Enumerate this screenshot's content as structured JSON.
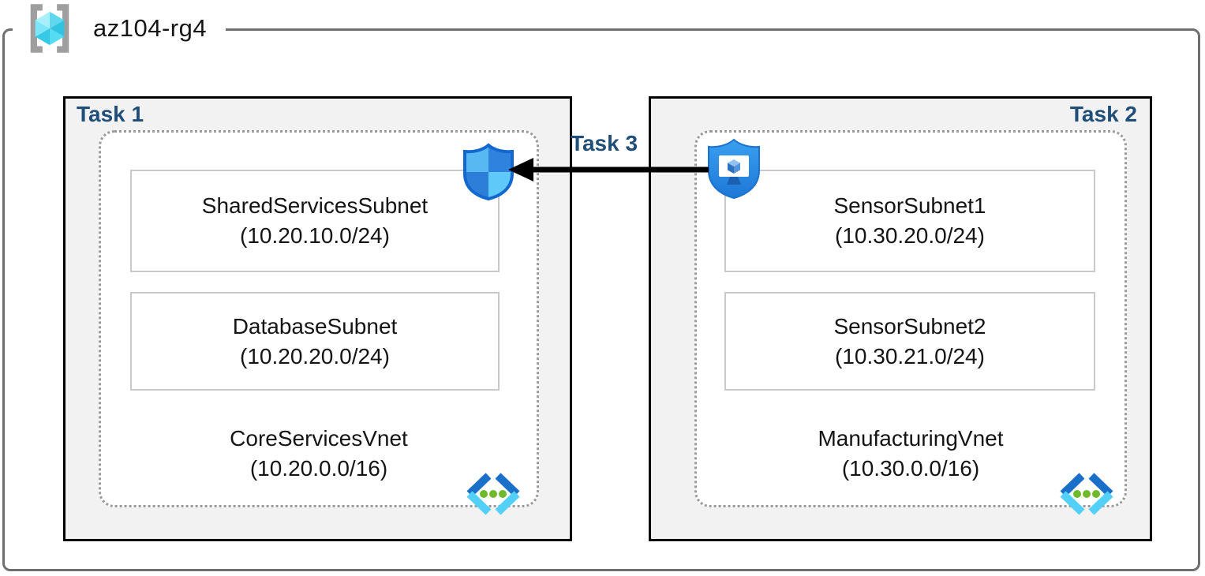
{
  "resource_group": {
    "name": "az104-rg4",
    "icon": "resource-group-icon"
  },
  "task1": {
    "label": "Task 1",
    "subnets": [
      {
        "name": "SharedServicesSubnet",
        "cidr": "(10.20.10.0/24)"
      },
      {
        "name": "DatabaseSubnet",
        "cidr": "(10.20.20.0/24)"
      }
    ],
    "vnet": {
      "name": "CoreServicesVnet",
      "cidr": "(10.20.0.0/16)",
      "icon": "virtual-network-icon"
    }
  },
  "task2": {
    "label": "Task 2",
    "subnets": [
      {
        "name": "SensorSubnet1",
        "cidr": "(10.30.20.0/24)"
      },
      {
        "name": "SensorSubnet2",
        "cidr": "(10.30.21.0/24)"
      }
    ],
    "vnet": {
      "name": "ManufacturingVnet",
      "cidr": "(10.30.0.0/16)",
      "icon": "virtual-network-icon"
    }
  },
  "task3": {
    "label": "Task 3",
    "arrow_direction": "right-to-left",
    "from_icon": "bastion-shield-icon",
    "to_icon": "network-security-shield-icon"
  },
  "colors": {
    "task_label": "#1f4e79",
    "task_box_bg": "#f2f2f2",
    "task_box_border": "#000000",
    "rg_frame_border": "#6f6f6f",
    "dotted_border": "#9a9a9a",
    "subnet_border": "#c9c9c9",
    "arrow": "#000000",
    "vnet_icon_blue": "#1a70c8",
    "vnet_icon_cyan": "#53d0f8",
    "vnet_icon_green": "#6fba2c",
    "shield_blue": "#2e8de6"
  }
}
